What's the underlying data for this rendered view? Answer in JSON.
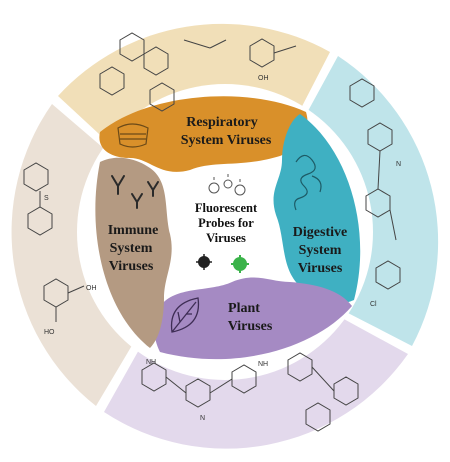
{
  "center": {
    "line1": "Fluorescent",
    "line2": "Probes for",
    "line3": "Viruses"
  },
  "segments": [
    {
      "id": "respiratory",
      "line1": "Respiratory",
      "line2": "System Viruses",
      "color": "#d9902a",
      "outer_color": "#f1dfb8"
    },
    {
      "id": "digestive",
      "line1": "Digestive",
      "line2": "System",
      "line3": "Viruses",
      "color": "#3fb0c2",
      "outer_color": "#bfe4ea"
    },
    {
      "id": "plant",
      "line1": "Plant",
      "line2": "Viruses",
      "color": "#a58ac3",
      "outer_color": "#e3d9ec"
    },
    {
      "id": "immune",
      "line1": "Immune",
      "line2": "System",
      "line3": "Viruses",
      "color": "#b49a82",
      "outer_color": "#ebe1d6"
    }
  ],
  "chem_labels": {
    "nh_left": "NH",
    "nh_right": "NH",
    "oh_a": "OH",
    "oh_b": "OH",
    "oh_c": "HO",
    "n_a": "N",
    "n_b": "N",
    "s_a": "S",
    "cl": "Cl"
  }
}
